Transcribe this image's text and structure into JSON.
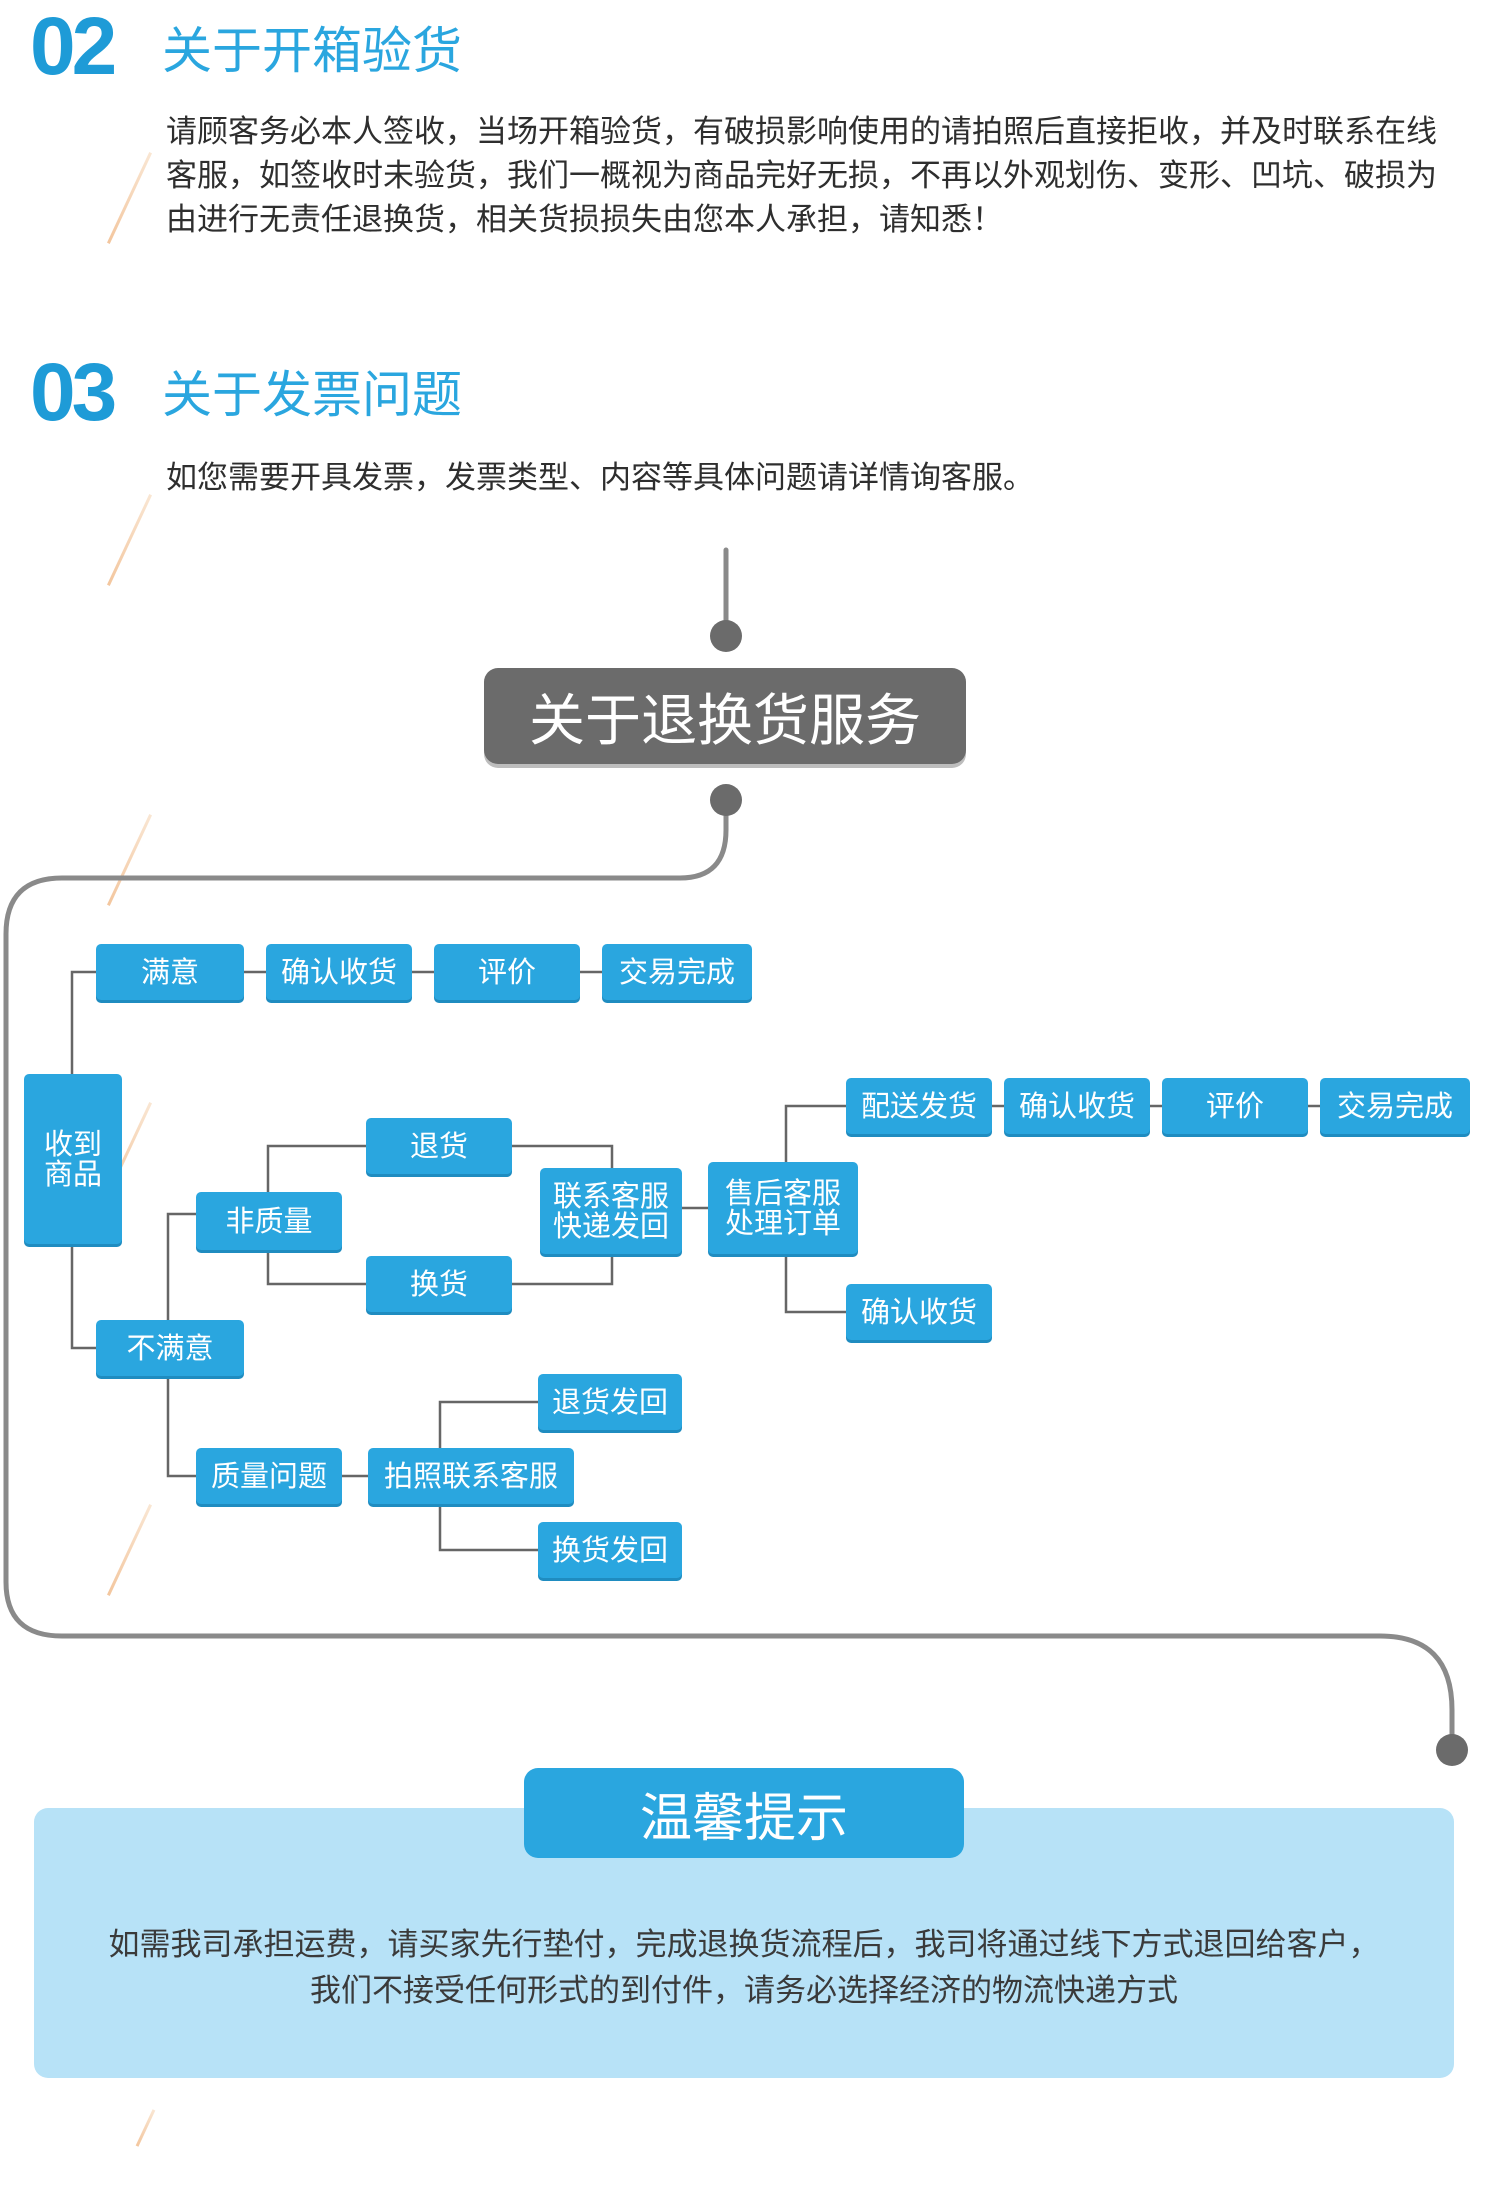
{
  "section2": {
    "number": "02",
    "title": "关于开箱验货",
    "lines": [
      "请顾客务必本人签收，当场开箱验货，有破损影响使用的请拍照后直接拒收，并及时联系在线",
      "客服，如签收时未验货，我们一概视为商品完好无损，不再以外观划伤、变形、凹坑、破损为",
      "由进行无责任退换货，相关货损损失由您本人承担，请知悉！"
    ]
  },
  "section3": {
    "number": "03",
    "title": "关于发票问题",
    "lines": [
      "如您需要开具发票，发票类型、内容等具体问题请详情询客服。"
    ]
  },
  "flow": {
    "title": "关于退换货服务",
    "received": "收到商品",
    "satisfied": "满意",
    "sat_confirm": "确认收货",
    "sat_review": "评价",
    "sat_done": "交易完成",
    "unsatisfied": "不满意",
    "non_quality": "非质量",
    "return": "退货",
    "exchange": "换货",
    "contact_ship": "联系客服快递发回",
    "after_sales": "售后客服处理订单",
    "ship_out": "配送发货",
    "as_confirm": "确认收货",
    "as_review": "评价",
    "as_done": "交易完成",
    "as_confirm2": "确认收货",
    "quality_issue": "质量问题",
    "photo_contact": "拍照联系客服",
    "return_back": "退货发回",
    "exchange_back": "换货发回"
  },
  "tip": {
    "title": "温馨提示",
    "lines": [
      "如需我司承担运费，请买家先行垫付，完成退换货流程后，我司将通过线下方式退回给客户，",
      "我们不接受任何形式的到付件，请务必选择经济的物流快递方式"
    ]
  },
  "colors": {
    "accent": "#2aa6df",
    "title_gray": "#6b6b6b",
    "panel": "#b7e2f7",
    "line_gray": "#8a8a8a",
    "connector": "#666666"
  }
}
